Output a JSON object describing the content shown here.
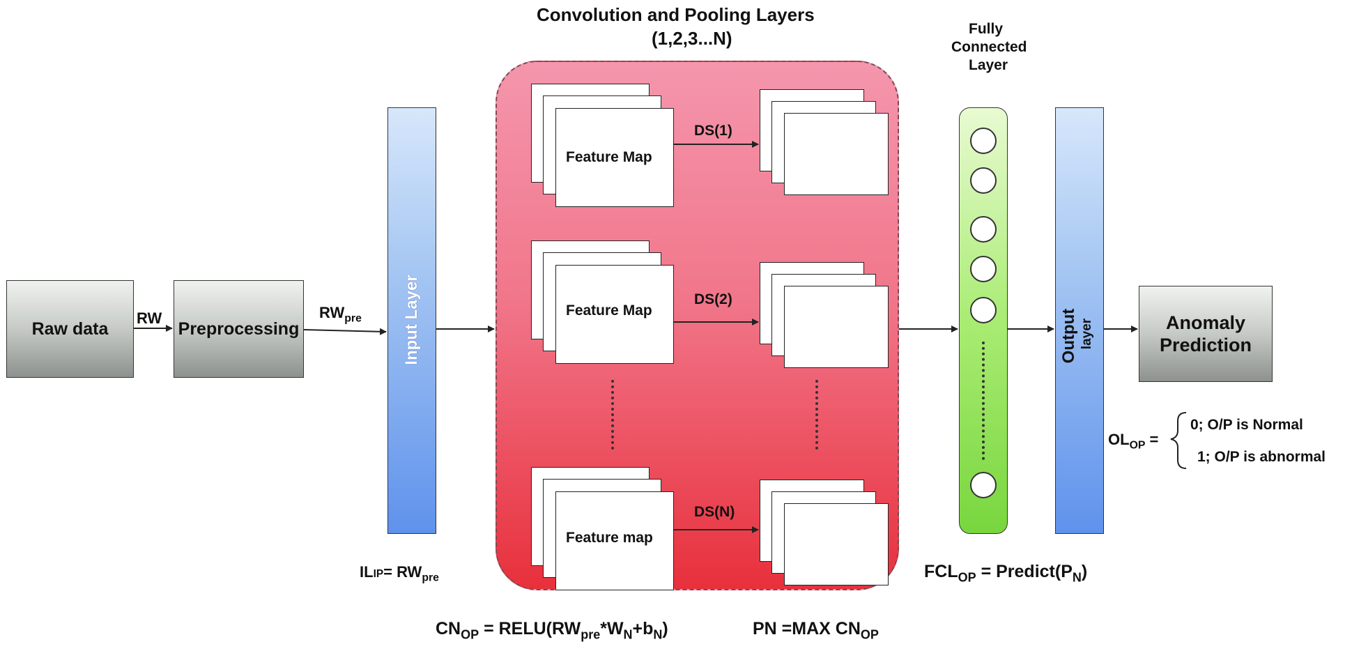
{
  "title": {
    "line1": "Convolution and Pooling Layers",
    "line2": "(1,2,3...N)"
  },
  "raw_data": "Raw data",
  "preprocessing": "Preprocessing",
  "anomaly": {
    "line1": "Anomaly",
    "line2": "Prediction"
  },
  "edge_rw": "RW",
  "edge_rwpre": {
    "base": "RW",
    "sub": "pre"
  },
  "input_layer": "Input Layer",
  "output_layer": {
    "line1": "Output",
    "line2": "layer"
  },
  "fcl_title": {
    "line1": "Fully",
    "line2": "Connected",
    "line3": "Layer"
  },
  "feature_maps": [
    "Feature Map",
    "Feature Map",
    "Feature map"
  ],
  "ds_labels": [
    "DS(1)",
    "DS(2)",
    "DS(N)"
  ],
  "formulas": {
    "il": {
      "base": "IL",
      "sub": "IP",
      "rest": "= RW",
      "rest_sub": "pre"
    },
    "cn": {
      "base": "CN",
      "sub": "OP",
      "rest": " = RELU(RW",
      "s1": "pre",
      "m1": "*W",
      "s2": "N",
      "m2": "+b",
      "s3": "N",
      "end": ")"
    },
    "pn": {
      "base": "PN =MAX CN",
      "sub": "OP"
    },
    "fcl": {
      "base": "FCL",
      "sub": "OP",
      "rest": " = Predict(P",
      "s2": "N",
      "end": ")"
    },
    "ol": {
      "base": "OL",
      "sub": "OP",
      "rest": " ="
    }
  },
  "output_cases": [
    "0; O/P is Normal",
    "1; O/P is abnormal"
  ],
  "colors": {
    "conv_panel": "#f1768a",
    "input_bar": "#5f92ec",
    "fcl_bar": "#a9ec73"
  }
}
